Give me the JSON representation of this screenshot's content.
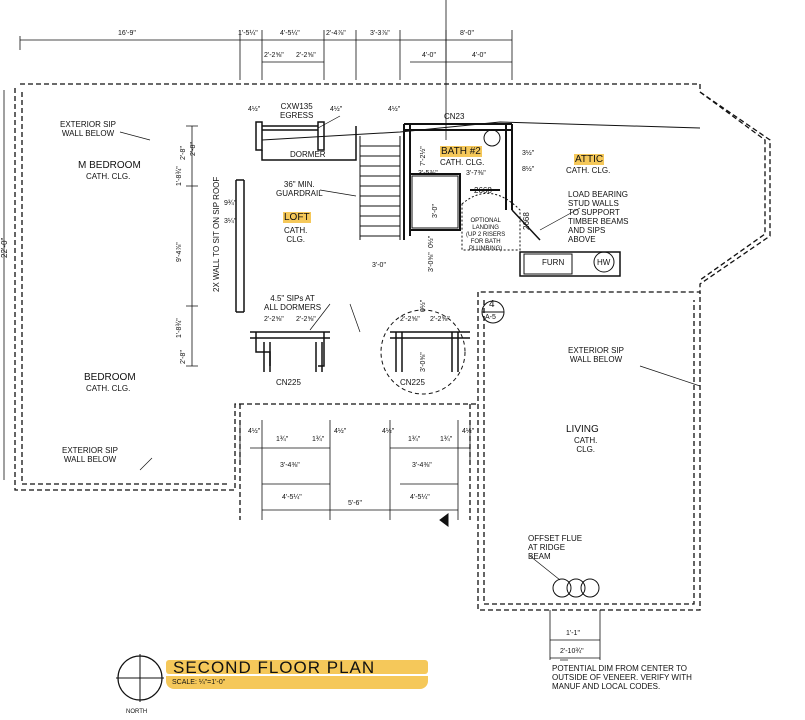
{
  "title": {
    "main": "SECOND FLOOR PLAN",
    "scale": "SCALE: ¼\"=1'-0\"",
    "north": "NORTH"
  },
  "colors": {
    "highlight": "#f5c85a",
    "line": "#111111"
  },
  "rooms": {
    "m_bedroom": {
      "name": "M BEDROOM",
      "note": "CATH. CLG."
    },
    "bedroom": {
      "name": "BEDROOM",
      "note": "CATH. CLG."
    },
    "loft": {
      "name": "LOFT",
      "note": "CATH.\nCLG."
    },
    "bath2": {
      "name": "BATH #2",
      "note": "CATH. CLG."
    },
    "attic": {
      "name": "ATTIC",
      "note": "CATH. CLG."
    },
    "living": {
      "name": "LIVING",
      "note": "CATH.\nCLG."
    }
  },
  "notes": {
    "ext_sip_upper_left": "EXTERIOR SIP\nWALL BELOW",
    "ext_sip_lower_left": "EXTERIOR SIP\nWALL BELOW",
    "ext_sip_right": "EXTERIOR SIP\nWALL BELOW",
    "egress": "CXW135\nEGRESS",
    "dormer": "DORMER",
    "guardrail": "36\" MIN.\nGUARDRAIL",
    "knee_wall": "2X WALL TO SIT ON\nSIP ROOF",
    "sips_dormers": "4.5\" SIPs AT\nALL DORMERS",
    "load_bearing": "LOAD BEARING\nSTUD WALLS\nTO SUPPORT\nTIMBER BEAMS\nAND SIPS\nABOVE",
    "optional_landing": "OPTIONAL\nLANDING\n(UP 2 RISERS\nFOR BATH\nPLUMBING)",
    "furn": "FURN",
    "hw": "HW",
    "offset_flue": "OFFSET FLUE\nAT RIDGE\nBEAM",
    "potential_dim": "POTENTIAL DIM FROM CENTER TO\nOUTSIDE OF VENEER. VERIFY WITH\nMANUF AND LOCAL CODES.",
    "door_2668_a": "2668",
    "door_2668_b": "2668",
    "cn23": "CN23",
    "cn225_a": "CN225",
    "cn225_b": "CN225",
    "section_num": "4",
    "section_sheet": "A-5",
    "overall_vertical": "22'-0\""
  },
  "dims_top": [
    "16'-9\"",
    "1'-5¼\"",
    "4'-5¼\"",
    "2'-4⅞\"",
    "3'-3⅞\"",
    "8'-0\""
  ],
  "dims_top2": [
    "2'-2⅝\"",
    "2'-2⅝\"",
    "4'-0\"",
    "4'-0\""
  ],
  "dims_mid": [
    "4½\"",
    "4½\"",
    "4½\"",
    "2'-8\"",
    "3½\"",
    "8½\"",
    "7'-2½\"",
    "3'-5⅜\"",
    "3'-7⅜\"",
    "3'-0\"",
    "9¾\"",
    "3¼\"",
    "3'-0\"",
    "3'-0⅝\"",
    "0½\""
  ],
  "dims_dormer": [
    "2'-2⅝\"",
    "2'-2⅝\"",
    "2'-2⅝\"",
    "2'-2⅝\"",
    "3'-0⅝\"",
    "0½\""
  ],
  "dims_left": [
    "2'-8\"",
    "1'-8¾\"",
    "9'-4⅞\"",
    "1'-8¾\"",
    "2'-8\""
  ],
  "dims_bottom": [
    "4½\"",
    "1¾\"",
    "1¾\"",
    "4½\"",
    "4½\"",
    "1¾\"",
    "1¾\"",
    "4½\""
  ],
  "dims_bottom2": [
    "3'-4⅜\"",
    "3'-4⅜\""
  ],
  "dims_bottom3": [
    "4'-5¼\"",
    "5'-6\"",
    "4'-5¼\""
  ],
  "dims_flue": [
    "1'-1\"",
    "2'-10¾\""
  ]
}
